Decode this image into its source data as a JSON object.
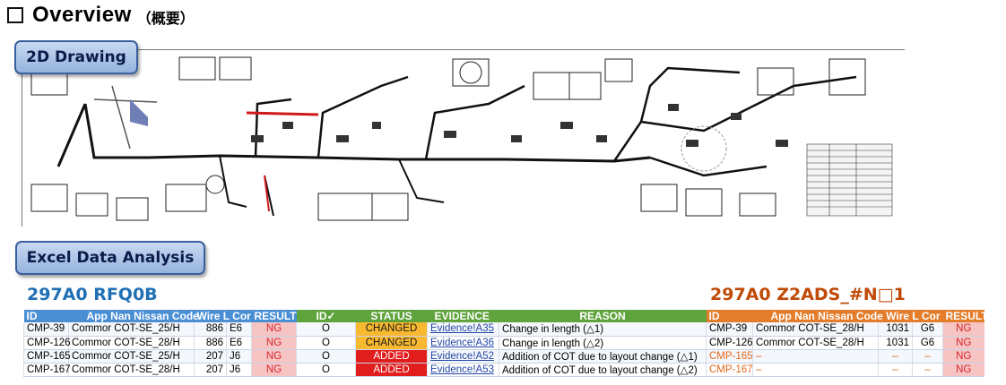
{
  "title": {
    "main": "Overview",
    "sub": "（概要）"
  },
  "tags": {
    "drawing": "2D Drawing",
    "excel": "Excel Data Analysis"
  },
  "left_table": {
    "heading": "297A0 RFQ0B",
    "headers": [
      "ID",
      "App Nan Nissan Code",
      "Wire L Cor",
      "RESULT",
      "ID✓",
      "STATUS",
      "EVIDENCE",
      "REASON"
    ],
    "rows": [
      [
        "CMP-39",
        "Commor COT-SE_25/H",
        "886",
        "E6",
        "NG",
        "O",
        "CHANGED",
        "Evidence!A35",
        "Change in length (△1)"
      ],
      [
        "CMP-126",
        "Commor COT-SE_28/H",
        "886",
        "E6",
        "NG",
        "O",
        "CHANGED",
        "Evidence!A36",
        "Change in length (△2)"
      ],
      [
        "CMP-165",
        "Commor COT-SE_25/H",
        "207",
        "J6",
        "NG",
        "O",
        "ADDED",
        "Evidence!A52",
        "Addition of COT due to layout change (△1)"
      ],
      [
        "CMP-167",
        "Commor COT-SE_28/H",
        "207",
        "J6",
        "NG",
        "O",
        "ADDED",
        "Evidence!A53",
        "Addition of COT due to layout change (△2)"
      ]
    ]
  },
  "right_table": {
    "heading": "297A0 Z2ADS_#N□1",
    "headers": [
      "ID",
      "App Nan Nissan Code",
      "Wire L Cor",
      "RESULT"
    ],
    "rows": [
      [
        "CMP-39",
        "Commor COT-SE_28/H",
        "1031",
        "G6",
        "NG"
      ],
      [
        "CMP-126",
        "Commor COT-SE_28/H",
        "1031",
        "G6",
        "NG"
      ],
      [
        "CMP-165",
        "–",
        "–",
        "–",
        "NG"
      ],
      [
        "CMP-167",
        "–",
        "–",
        "–",
        "NG"
      ]
    ]
  },
  "colors": {
    "blue_header": "#4a8fd4",
    "green_header": "#5ea33c",
    "orange_header": "#e37d2b",
    "changed": "#f8b82f",
    "added": "#e21d1d",
    "ng_bg": "#f7c4c4"
  }
}
